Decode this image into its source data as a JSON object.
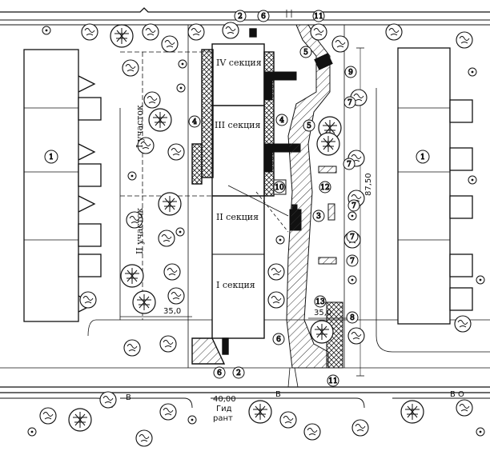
{
  "sections": {
    "s1": "I секция",
    "s2": "II секция",
    "s3": "III секция",
    "s4": "IV секция"
  },
  "plots": {
    "p1": "I участок",
    "p2": "II участок"
  },
  "dimensions": {
    "width_left": "35,0",
    "width_right": "35,0",
    "length": "87,50",
    "street_width": "40,00"
  },
  "street_marks": {
    "b": "В",
    "bo": "В О"
  },
  "hydrant": {
    "line1": "Гид",
    "line2": "рант"
  },
  "markers": {
    "m1": "1",
    "m2": "2",
    "m3": "3",
    "m4": "4",
    "m5": "5",
    "m6": "6",
    "m7": "7",
    "m8": "8",
    "m9": "9",
    "m10": "10",
    "m11": "11",
    "m12": "12",
    "m13": "13"
  },
  "colors": {
    "line": "#111111",
    "paper": "#ffffff",
    "hatch": "#333333"
  }
}
